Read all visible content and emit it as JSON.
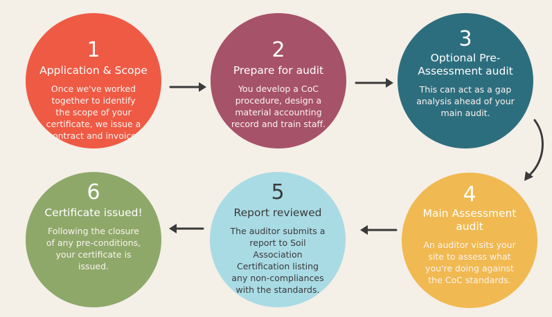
{
  "steps": [
    {
      "number": "1",
      "title": "Application & Scope",
      "description": "Once we've worked together to identify the scope of your certificate, we issue a contract and invoice."
    },
    {
      "number": "2",
      "title": "Prepare for audit",
      "description": "You develop a CoC procedure, design a material accounting record and train staff."
    },
    {
      "number": "3",
      "title": "Optional Pre-Assessment audit",
      "description": "This can act as a  gap analysis ahead of your main audit."
    },
    {
      "number": "4",
      "title": "Main Assessment audit",
      "description": "An auditor visits your site to assess what you're doing against the CoC standards."
    },
    {
      "number": "5",
      "title": "Report reviewed",
      "description": "The auditor submits a report to Soil Association Certification listing any non-compliances with the standards."
    },
    {
      "number": "6",
      "title": "Certificate issued!",
      "description": "Following the closure of any pre-conditions, your certificate is issued."
    }
  ],
  "colors": {
    "step1": "#ef5a45",
    "step2": "#a65269",
    "step3": "#2d6e7e",
    "step4": "#f0b951",
    "step5": "#a9dbe5",
    "step6": "#8ea86a",
    "arrow": "#3a3a3a",
    "background": "#f4efe7"
  }
}
